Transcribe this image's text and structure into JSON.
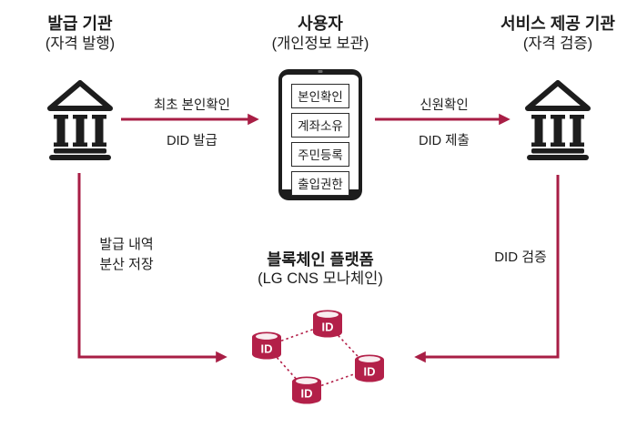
{
  "colors": {
    "accent": "#A81E45",
    "cylinder": "#B32049",
    "ink": "#1D1D1D"
  },
  "nodes": {
    "issuer": {
      "title": "발급 기관",
      "subtitle": "(자격 발행)"
    },
    "user": {
      "title": "사용자",
      "subtitle": "(개인정보 보관)",
      "credentials": [
        "본인확인",
        "계좌소유",
        "주민등록",
        "출입권한"
      ]
    },
    "verifier": {
      "title": "서비스 제공 기관",
      "subtitle": "(자격 검증)"
    },
    "blockchain": {
      "title": "블록체인 플랫폼",
      "subtitle": "(LG CNS 모나체인)",
      "node_label": "ID"
    }
  },
  "flows": {
    "issue": {
      "top": "최초 본인확인",
      "bottom": "DID 발급"
    },
    "present": {
      "top": "신원확인",
      "bottom": "DID 제출"
    },
    "store": {
      "line1": "발급 내역",
      "line2": "분산 저장"
    },
    "verify": {
      "label": "DID 검증"
    }
  }
}
